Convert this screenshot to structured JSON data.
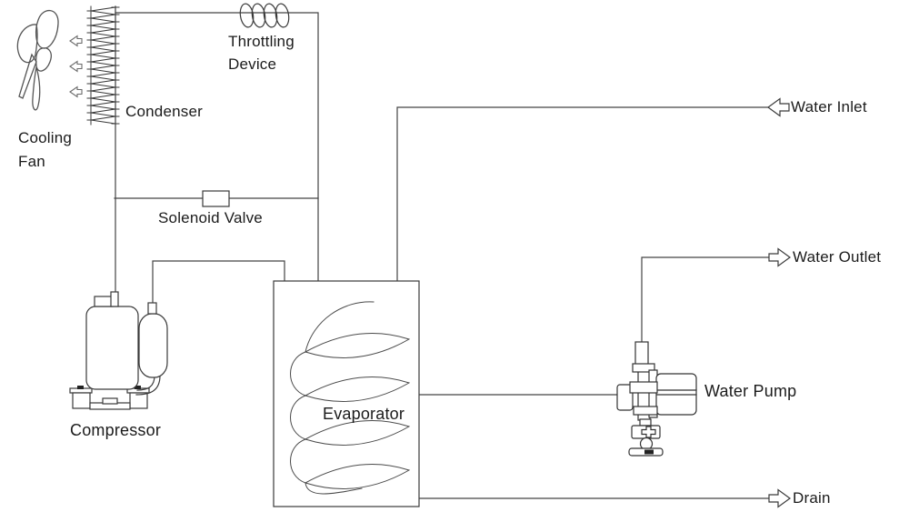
{
  "colors": {
    "background": "#ffffff",
    "line": "#3d3d3d",
    "text": "#1b1b1b"
  },
  "components": {
    "cooling_fan": {
      "label": "Cooling Fan",
      "airflow_arrow_icons": 3,
      "airflow_direction": "left"
    },
    "condenser": {
      "label": "Condenser"
    },
    "throttling_device": {
      "label": "Throttling Device",
      "coil_loops": 4
    },
    "solenoid_valve": {
      "label": "Solenoid Valve"
    },
    "compressor": {
      "label": "Compressor"
    },
    "evaporator": {
      "label": "Evaporator",
      "coil_turns": 4
    },
    "water_pump": {
      "label": "Water Pump"
    }
  },
  "ports": {
    "water_inlet": {
      "label": "Water Inlet",
      "arrow_direction": "left"
    },
    "water_outlet": {
      "label": "Water Outlet",
      "arrow_direction": "right"
    },
    "drain": {
      "label": "Drain",
      "arrow_direction": "right"
    }
  }
}
